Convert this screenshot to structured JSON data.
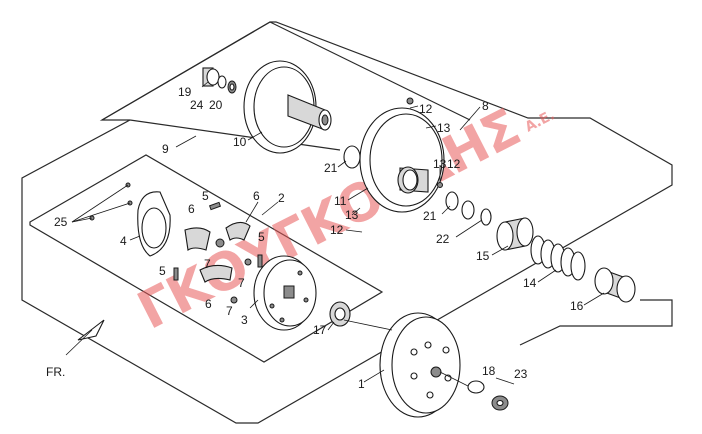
{
  "watermark": {
    "main": "ΓΚΟΥΓΚΟΥΔΗΣ",
    "suffix": "Α.Ε."
  },
  "direction_label": "FR.",
  "callouts": [
    {
      "id": "c19",
      "text": "19"
    },
    {
      "id": "c24",
      "text": "24"
    },
    {
      "id": "c20",
      "text": "20"
    },
    {
      "id": "c10",
      "text": "10"
    },
    {
      "id": "c9",
      "text": "9"
    },
    {
      "id": "c12a",
      "text": "12"
    },
    {
      "id": "c8",
      "text": "8"
    },
    {
      "id": "c13a",
      "text": "13"
    },
    {
      "id": "c21a",
      "text": "21"
    },
    {
      "id": "c13b",
      "text": "13"
    },
    {
      "id": "c12b",
      "text": "12"
    },
    {
      "id": "c11",
      "text": "11"
    },
    {
      "id": "c13c",
      "text": "13"
    },
    {
      "id": "c12c",
      "text": "12"
    },
    {
      "id": "c21b",
      "text": "21"
    },
    {
      "id": "c22",
      "text": "22"
    },
    {
      "id": "c15",
      "text": "15"
    },
    {
      "id": "c14",
      "text": "14"
    },
    {
      "id": "c16",
      "text": "16"
    },
    {
      "id": "c25",
      "text": "25"
    },
    {
      "id": "c4",
      "text": "4"
    },
    {
      "id": "c5a",
      "text": "5"
    },
    {
      "id": "c6a",
      "text": "6"
    },
    {
      "id": "c2",
      "text": "2"
    },
    {
      "id": "c6b",
      "text": "6"
    },
    {
      "id": "c5b",
      "text": "5"
    },
    {
      "id": "c7a",
      "text": "7"
    },
    {
      "id": "c5c",
      "text": "5"
    },
    {
      "id": "c7b",
      "text": "7"
    },
    {
      "id": "c6c",
      "text": "6"
    },
    {
      "id": "c7c",
      "text": "7"
    },
    {
      "id": "c3",
      "text": "3"
    },
    {
      "id": "c17",
      "text": "17"
    },
    {
      "id": "c1",
      "text": "1"
    },
    {
      "id": "c18",
      "text": "18"
    },
    {
      "id": "c23",
      "text": "23"
    }
  ]
}
